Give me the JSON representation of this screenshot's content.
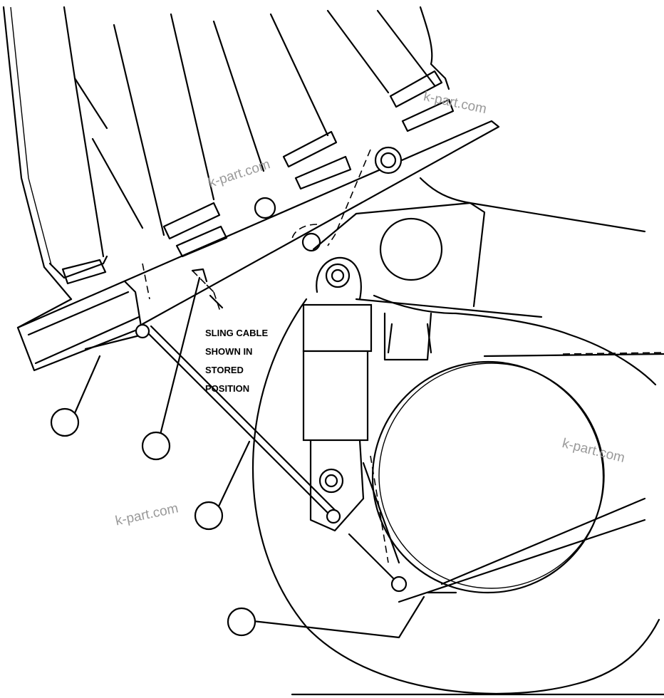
{
  "callout_label": {
    "line1": "SLING CABLE",
    "line2": "SHOWN IN",
    "line3": "STORED",
    "line4": "POSITION"
  },
  "watermarks": [
    "k-part.com",
    "k-part.com",
    "k-part.com",
    "k-part.com"
  ],
  "index_bubbles": [
    "",
    "",
    "",
    ""
  ],
  "colors": {
    "line": "#000000",
    "background": "#ffffff",
    "watermark": "#9a9a9a"
  }
}
